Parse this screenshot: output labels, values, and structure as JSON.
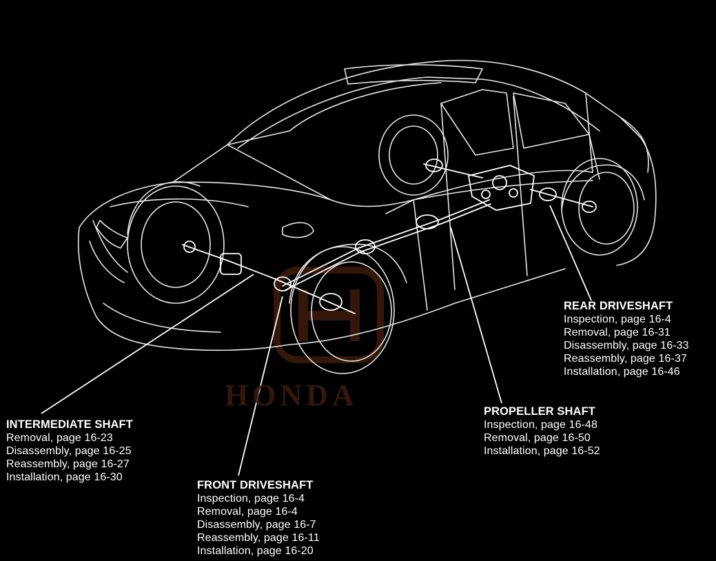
{
  "watermark": {
    "text": "HONDA",
    "emblem": "honda-h-emblem"
  },
  "callouts": {
    "rear_driveshaft": {
      "title": "REAR DRIVESHAFT",
      "lines": [
        "Inspection, page 16-4",
        "Removal, page 16-31",
        "Disassembly, page 16-33",
        "Reassembly, page 16-37",
        "Installation, page 16-46"
      ]
    },
    "propeller_shaft": {
      "title": "PROPELLER SHAFT",
      "lines": [
        "Inspection, page 16-48",
        "Removal, page 16-50",
        "Installation, page 16-52"
      ]
    },
    "intermediate_shaft": {
      "title": "INTERMEDIATE SHAFT",
      "lines": [
        "Removal, page 16-23",
        "Disassembly, page 16-25",
        "Reassembly, page 16-27",
        "Installation, page 16-30"
      ]
    },
    "front_driveshaft": {
      "title": "FRONT DRIVESHAFT",
      "lines": [
        "Inspection, page 16-4",
        "Removal, page 16-4",
        "Disassembly, page 16-7",
        "Reassembly, page 16-11",
        "Installation, page 16-20"
      ]
    }
  },
  "colors": {
    "background": "#000000",
    "lines": "#ffffff",
    "watermark": "#3a1a0c"
  }
}
